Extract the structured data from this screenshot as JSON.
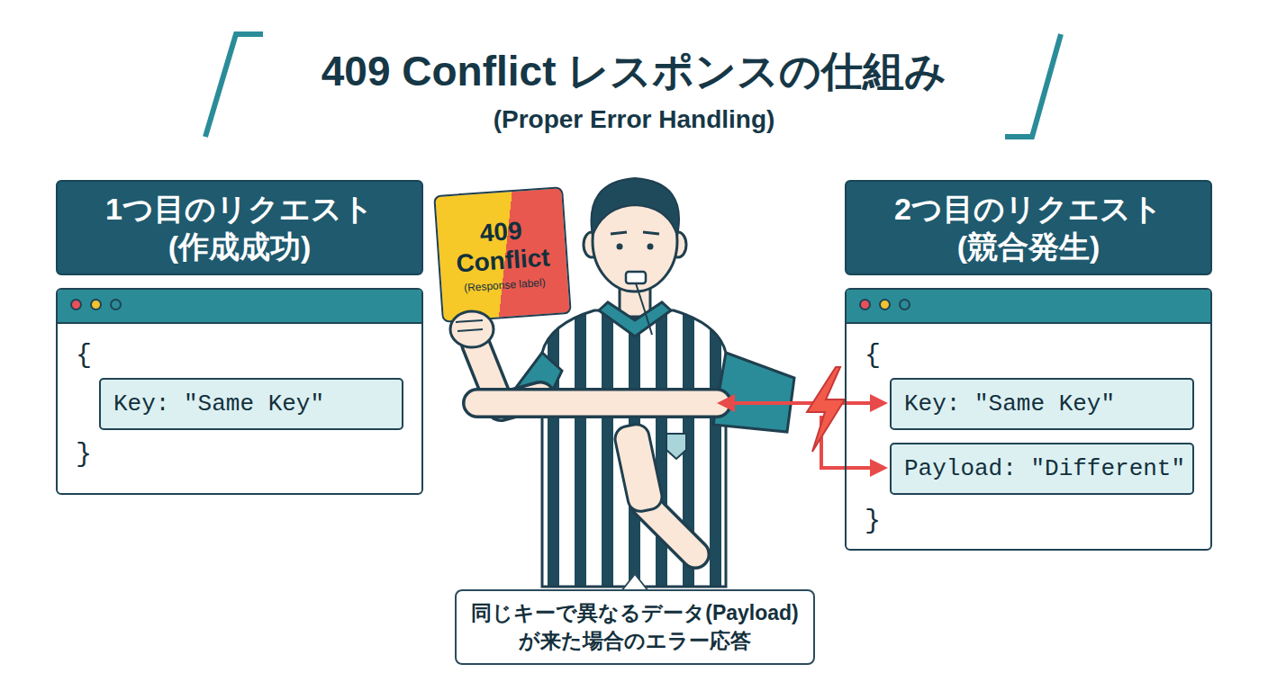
{
  "diagram": {
    "title": "409 Conflict レスポンスの仕組み",
    "nodes": [
      {
        "text": [
          "1つ目のリクエスト (作成成功)"
        ]
      },
      {
        "text": [
          "{",
          "}"
        ]
      },
      {
        "text": [
          "Key: \"Same Key\""
        ],
        "in": 1
      },
      {
        "text": [
          "2つ目のリクエスト (競合発生)"
        ]
      },
      {
        "text": [
          "{",
          "}"
        ]
      },
      {
        "text": [
          "Key: \"Same Key\""
        ],
        "in": 4
      },
      {
        "text": [
          "Payload: \"Different\""
        ],
        "in": 4
      },
      {
        "text": [
          "409 Conflict",
          "(Response label)"
        ]
      },
      {
        "text": [
          "同じキーで異なるデータ(Payload) が来た場合のエラー応答"
        ]
      }
    ],
    "labels": [
      "(Proper Error Handling)"
    ]
  }
}
